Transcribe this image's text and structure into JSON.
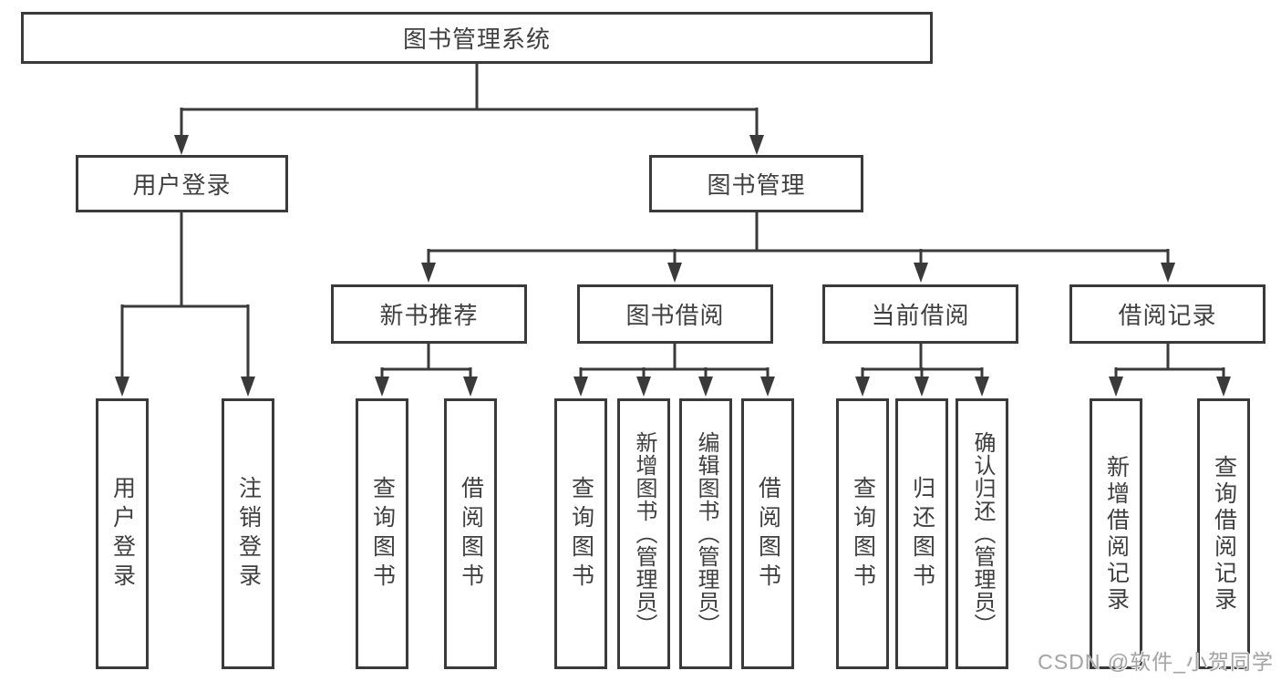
{
  "title": "图书管理系统",
  "level2": {
    "user_login": "用户登录",
    "book_management": "图书管理"
  },
  "level3": {
    "new_book_recommend": "新书推荐",
    "book_borrow": "图书借阅",
    "current_borrow": "当前借阅",
    "borrow_record": "借阅记录"
  },
  "leaves": {
    "user_login": [
      "用户登录",
      "注销登录"
    ],
    "new_book_recommend": [
      "查询图书",
      "借阅图书"
    ],
    "book_borrow": [
      "查询图书",
      "新增图书（管理员）",
      "编辑图书（管理员）",
      "借阅图书"
    ],
    "current_borrow": [
      "查询图书",
      "归还图书",
      "确认归还（管理员）"
    ],
    "borrow_record": [
      "新增借阅记录",
      "查询借阅记录"
    ]
  },
  "watermark": "CSDN @软件_小贺同学",
  "colors": {
    "line": "#3a3a3a",
    "text": "#3f3f3f",
    "background": "#ffffff",
    "watermark": "#a5a5a5"
  }
}
